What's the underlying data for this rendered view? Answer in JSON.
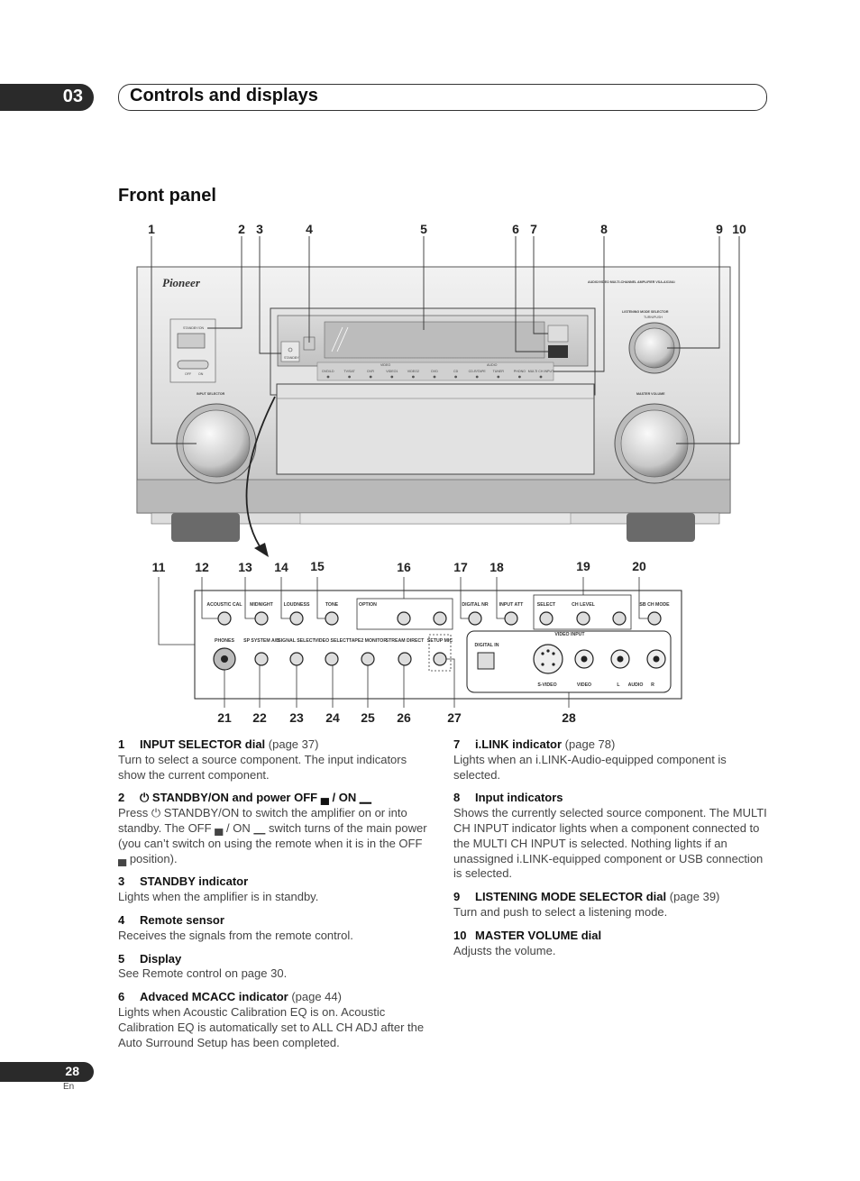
{
  "chapter": {
    "number": "03",
    "title": "Controls and displays"
  },
  "section_title": "Front panel",
  "figure": {
    "top_callouts": [
      "1",
      "2",
      "3",
      "4",
      "5",
      "6",
      "7",
      "8",
      "9",
      "10"
    ],
    "bottom_top_callouts": [
      "11",
      "12",
      "13",
      "14",
      "15",
      "16",
      "17",
      "18",
      "19",
      "20"
    ],
    "bottom_bottom_callouts": [
      "21",
      "22",
      "23",
      "24",
      "25",
      "26",
      "27",
      "28"
    ],
    "brand": "Pioneer",
    "model": "AUDIO/VIDEO MULTI-CHANNEL AMPLIFIER  VSA-AX10Ai",
    "standby_on": "STANDBY/ON",
    "off": "OFF",
    "on": "ON",
    "standby": "STANDBY",
    "listening_mode_selector": "LISTENING MODE SELECTOR",
    "turn_push": "TURN/PUSH",
    "input_selector": "INPUT SELECTOR",
    "master_volume": "MASTER VOLUME",
    "video_group": "VIDEO",
    "audio_group": "AUDIO",
    "input_labels": [
      "DVD/LD",
      "TV/SAT",
      "DVR",
      "VIDEO1",
      "VIDEO2",
      "DVD",
      "CD",
      "CD-R/TAPE",
      "TUNER",
      "PHONO",
      "MULTI CH INPUT"
    ],
    "row1_labels": [
      "ACOUSTIC CAL",
      "MIDNIGHT",
      "LOUDNESS",
      "TONE",
      "OPTION",
      "DIGITAL NR",
      "INPUT ATT",
      "SELECT",
      "CH LEVEL",
      "SB CH MODE"
    ],
    "row2_labels": [
      "PHONES",
      "SP SYSTEM A/B",
      "SIGNAL SELECT",
      "VIDEO SELECT",
      "TAPE2 MONITOR",
      "STREAM DIRECT",
      "SETUP MIC"
    ],
    "digital_in": "DIGITAL IN",
    "video_input": "VIDEO INPUT",
    "jack_labels": [
      "S-VIDEO",
      "VIDEO",
      "L",
      "AUDIO",
      "R"
    ]
  },
  "items_left": [
    {
      "num": "1",
      "title": "INPUT SELECTOR dial",
      "page": "(page 37)",
      "body": "Turn to select a source component. The input indicators show the current component."
    },
    {
      "num": "2",
      "title": "⏻ STANDBY/ON and power OFF ▄ / ON ▁",
      "page": "",
      "body": "Press ⏻ STANDBY/ON to switch the amplifier on or into standby. The OFF ▄ / ON ▁ switch turns of the main power (you can’t switch on using the remote when it is in the OFF ▄ position)."
    },
    {
      "num": "3",
      "title": "STANDBY indicator",
      "page": "",
      "body": "Lights when the amplifier is in standby."
    },
    {
      "num": "4",
      "title": "Remote sensor",
      "page": "",
      "body": "Receives the signals from the remote control."
    },
    {
      "num": "5",
      "title": "Display",
      "page": "",
      "body": "See Remote control on page 30."
    },
    {
      "num": "6",
      "title": "Advaced MCACC indicator",
      "page": "(page 44)",
      "body": "Lights when Acoustic Calibration EQ is on. Acoustic Calibration EQ is automatically set to ALL CH ADJ after the Auto Surround Setup has been completed."
    }
  ],
  "items_right": [
    {
      "num": "7",
      "title": "i.LINK indicator",
      "page": "(page 78)",
      "body": "Lights when an i.LINK-Audio-equipped component is selected."
    },
    {
      "num": "8",
      "title": "Input indicators",
      "page": "",
      "body": "Shows the currently selected source component. The MULTI CH INPUT indicator lights when a component connected to the MULTI CH INPUT is selected. Nothing lights if an unassigned i.LINK-equipped component or USB connection is selected."
    },
    {
      "num": "9",
      "title": "LISTENING MODE SELECTOR dial",
      "page": "(page 39)",
      "body": "Turn and push to select a listening mode."
    },
    {
      "num": "10",
      "title": "MASTER VOLUME dial",
      "page": "",
      "body": "Adjusts the volume."
    }
  ],
  "footer": {
    "page": "28",
    "lang": "En"
  }
}
